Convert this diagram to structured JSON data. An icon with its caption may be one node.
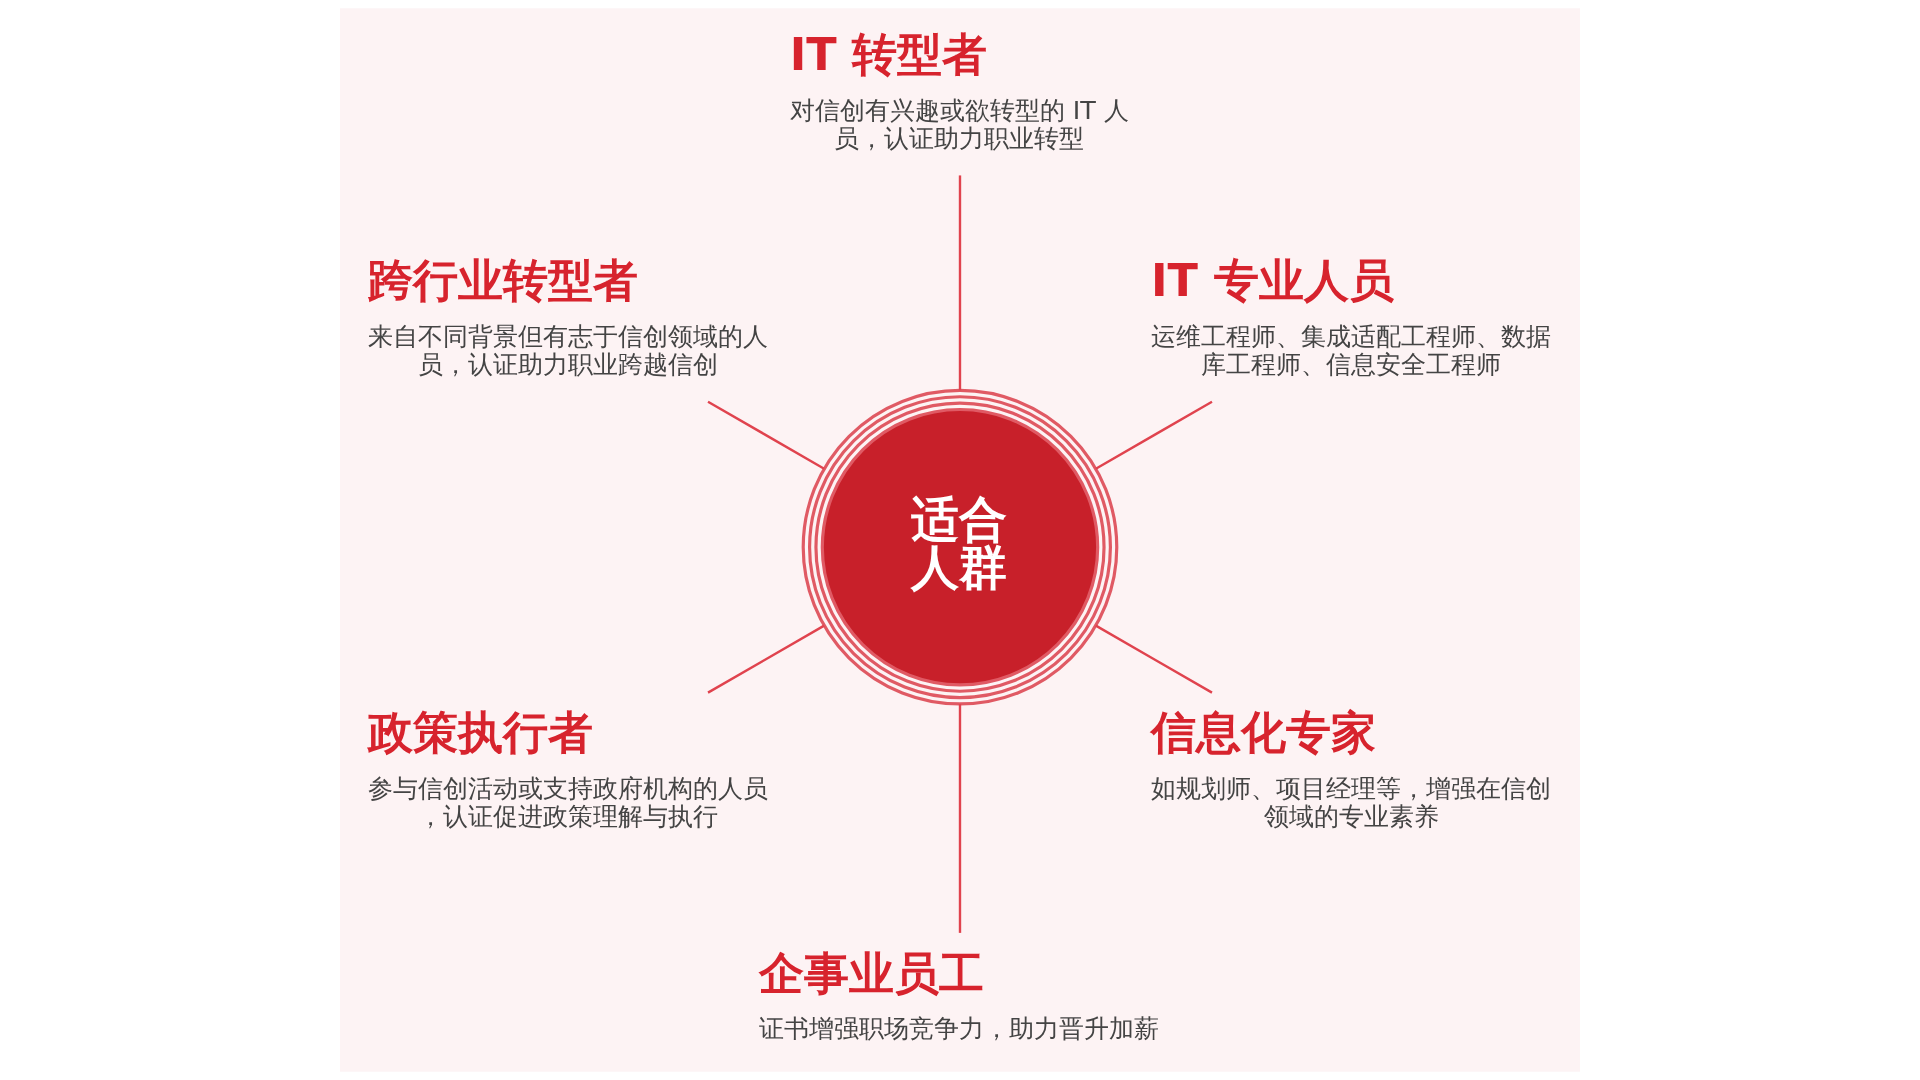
{
  "diagram": {
    "nodes": [
      {
        "text": [
          "适合人群"
        ]
      },
      {
        "text": [
          "IT 专业人员",
          "运维工程师、集成适配工程师、数据库工程师、信息安全工程师"
        ]
      },
      {
        "text": [
          "IT 转型者",
          "对信创有兴趣或欲转型的 IT 人员，认证助力职业转型"
        ]
      },
      {
        "text": [
          "跨行业转型者",
          "来自不同背景但有志于信创领域的人员，认证助力职业跨越信创"
        ]
      },
      {
        "text": [
          "政策执行者",
          "参与信创活动或支持政府机构的人员，认证促进政策理解与执行"
        ]
      },
      {
        "text": [
          "企事业员工",
          "证书增强职场竞争力，助力晋升加薪"
        ]
      },
      {
        "text": [
          "信息化专家",
          "如规划师、项目经理等，增强在信创领域的专业素养"
        ]
      }
    ],
    "edges": [
      {
        "from": 0,
        "to": 1,
        "arrow": "none"
      },
      {
        "from": 0,
        "to": 2,
        "arrow": "none"
      },
      {
        "from": 0,
        "to": 3,
        "arrow": "none"
      },
      {
        "from": 0,
        "to": 4,
        "arrow": "none"
      },
      {
        "from": 0,
        "to": 5,
        "arrow": "none"
      },
      {
        "from": 0,
        "to": 6,
        "arrow": "none"
      }
    ]
  }
}
